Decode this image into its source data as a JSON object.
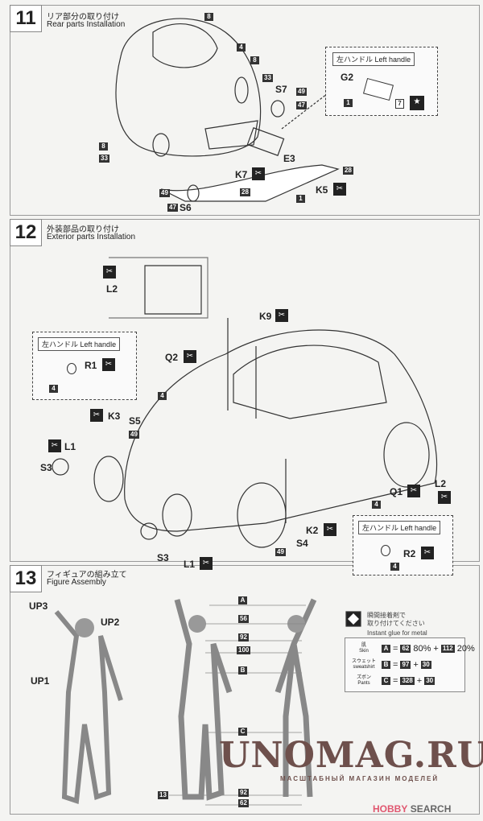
{
  "steps": [
    {
      "number": "11",
      "title_jp": "リア部分の取り付け",
      "title_en": "Rear parts Installation"
    },
    {
      "number": "12",
      "title_jp": "外装部品の取り付け",
      "title_en": "Exterior parts Installation"
    },
    {
      "number": "13",
      "title_jp": "フィギュアの組み立て",
      "title_en": "Figure Assembly"
    }
  ],
  "left_handle": {
    "jp": "左ハンドル",
    "en": "Left handle"
  },
  "step11": {
    "p8a": "8",
    "p4": "4",
    "p8b": "8",
    "p33a": "33",
    "S7": "S7",
    "p49a": "49",
    "p47a": "47",
    "p8c": "8",
    "p33b": "33",
    "E3": "E3",
    "p28a": "28",
    "K7": "K7",
    "K5": "K5",
    "p28b": "28",
    "p1a": "1",
    "p49b": "49",
    "p47b": "47",
    "S6": "S6",
    "G2": "G2",
    "p1b": "1",
    "p7": "7"
  },
  "step12": {
    "L2a": "L2",
    "R1": "R1",
    "p4a": "4",
    "Q2": "Q2",
    "p4b": "4",
    "K3": "K3",
    "S5": "S5",
    "p49a": "49",
    "L1a": "L1",
    "S3a": "S3",
    "K9": "K9",
    "K2": "K2",
    "S4": "S4",
    "p49b": "49",
    "S3b": "S3",
    "L1b": "L1",
    "Q1": "Q1",
    "L2b": "L2",
    "p4c": "4",
    "R2": "R2",
    "p4d": "4"
  },
  "step13": {
    "UP3": "UP3",
    "UP2": "UP2",
    "UP1": "UP1",
    "A": "A",
    "p56": "56",
    "p92a": "92",
    "p100": "100",
    "B": "B",
    "C": "C",
    "p13": "13",
    "p92b": "92",
    "p62": "62"
  },
  "glue": {
    "jp1": "瞬間接着剤で",
    "jp2": "取り付けてください",
    "en": "Instant glue for metal"
  },
  "paint": [
    {
      "jp": "肌",
      "en": "Skin",
      "letter": "A",
      "formula_a": "62",
      "pct_a": "80%",
      "formula_b": "112",
      "pct_b": "20%"
    },
    {
      "jp": "スウェット",
      "en": "sweatshirt",
      "letter": "B",
      "formula_a": "97",
      "formula_b": "30"
    },
    {
      "jp": "ズボン",
      "en": "Pants",
      "letter": "C",
      "formula_a": "328",
      "formula_b": "30"
    }
  ],
  "watermark": {
    "main": "UNOMAG.RU",
    "sub": "МАСШТАБНЫЙ МАГАЗИН МОДЕЛЕЙ"
  },
  "brand": {
    "a": "HOBBY",
    "b": "SEARCH"
  }
}
